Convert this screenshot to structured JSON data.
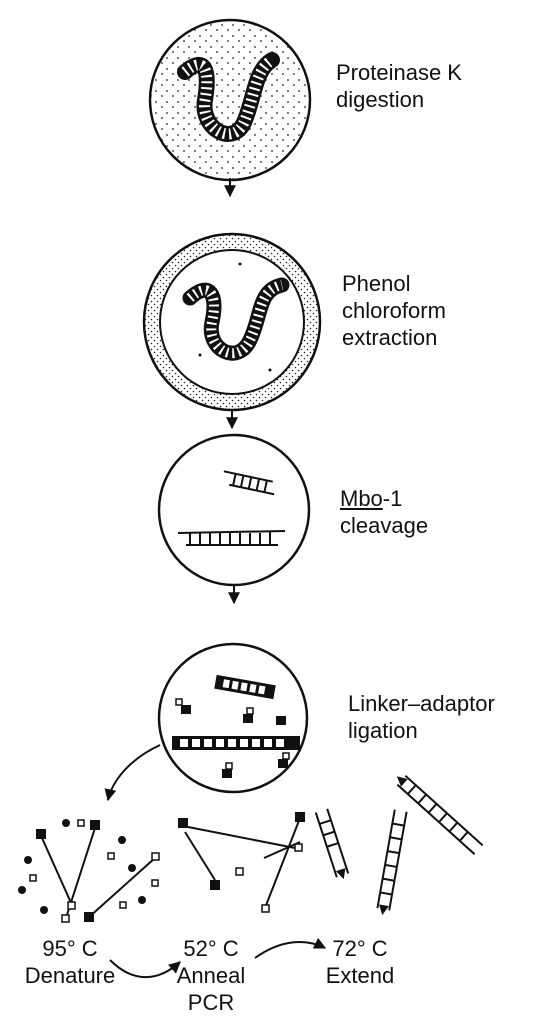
{
  "steps": [
    {
      "line1": "Proteinase K",
      "line2": "digestion"
    },
    {
      "line1": "Phenol",
      "line2": "chloroform",
      "line3": "extraction"
    },
    {
      "underlined": "Mbo",
      "suffix": "-1",
      "line2": "cleavage"
    },
    {
      "line1": "Linker–adaptor",
      "line2": "ligation"
    }
  ],
  "pcr": [
    {
      "temp": "95° C",
      "name": "Denature"
    },
    {
      "temp": "52° C",
      "name": "Anneal",
      "name2": "PCR"
    },
    {
      "temp": "72° C",
      "name": "Extend"
    }
  ]
}
